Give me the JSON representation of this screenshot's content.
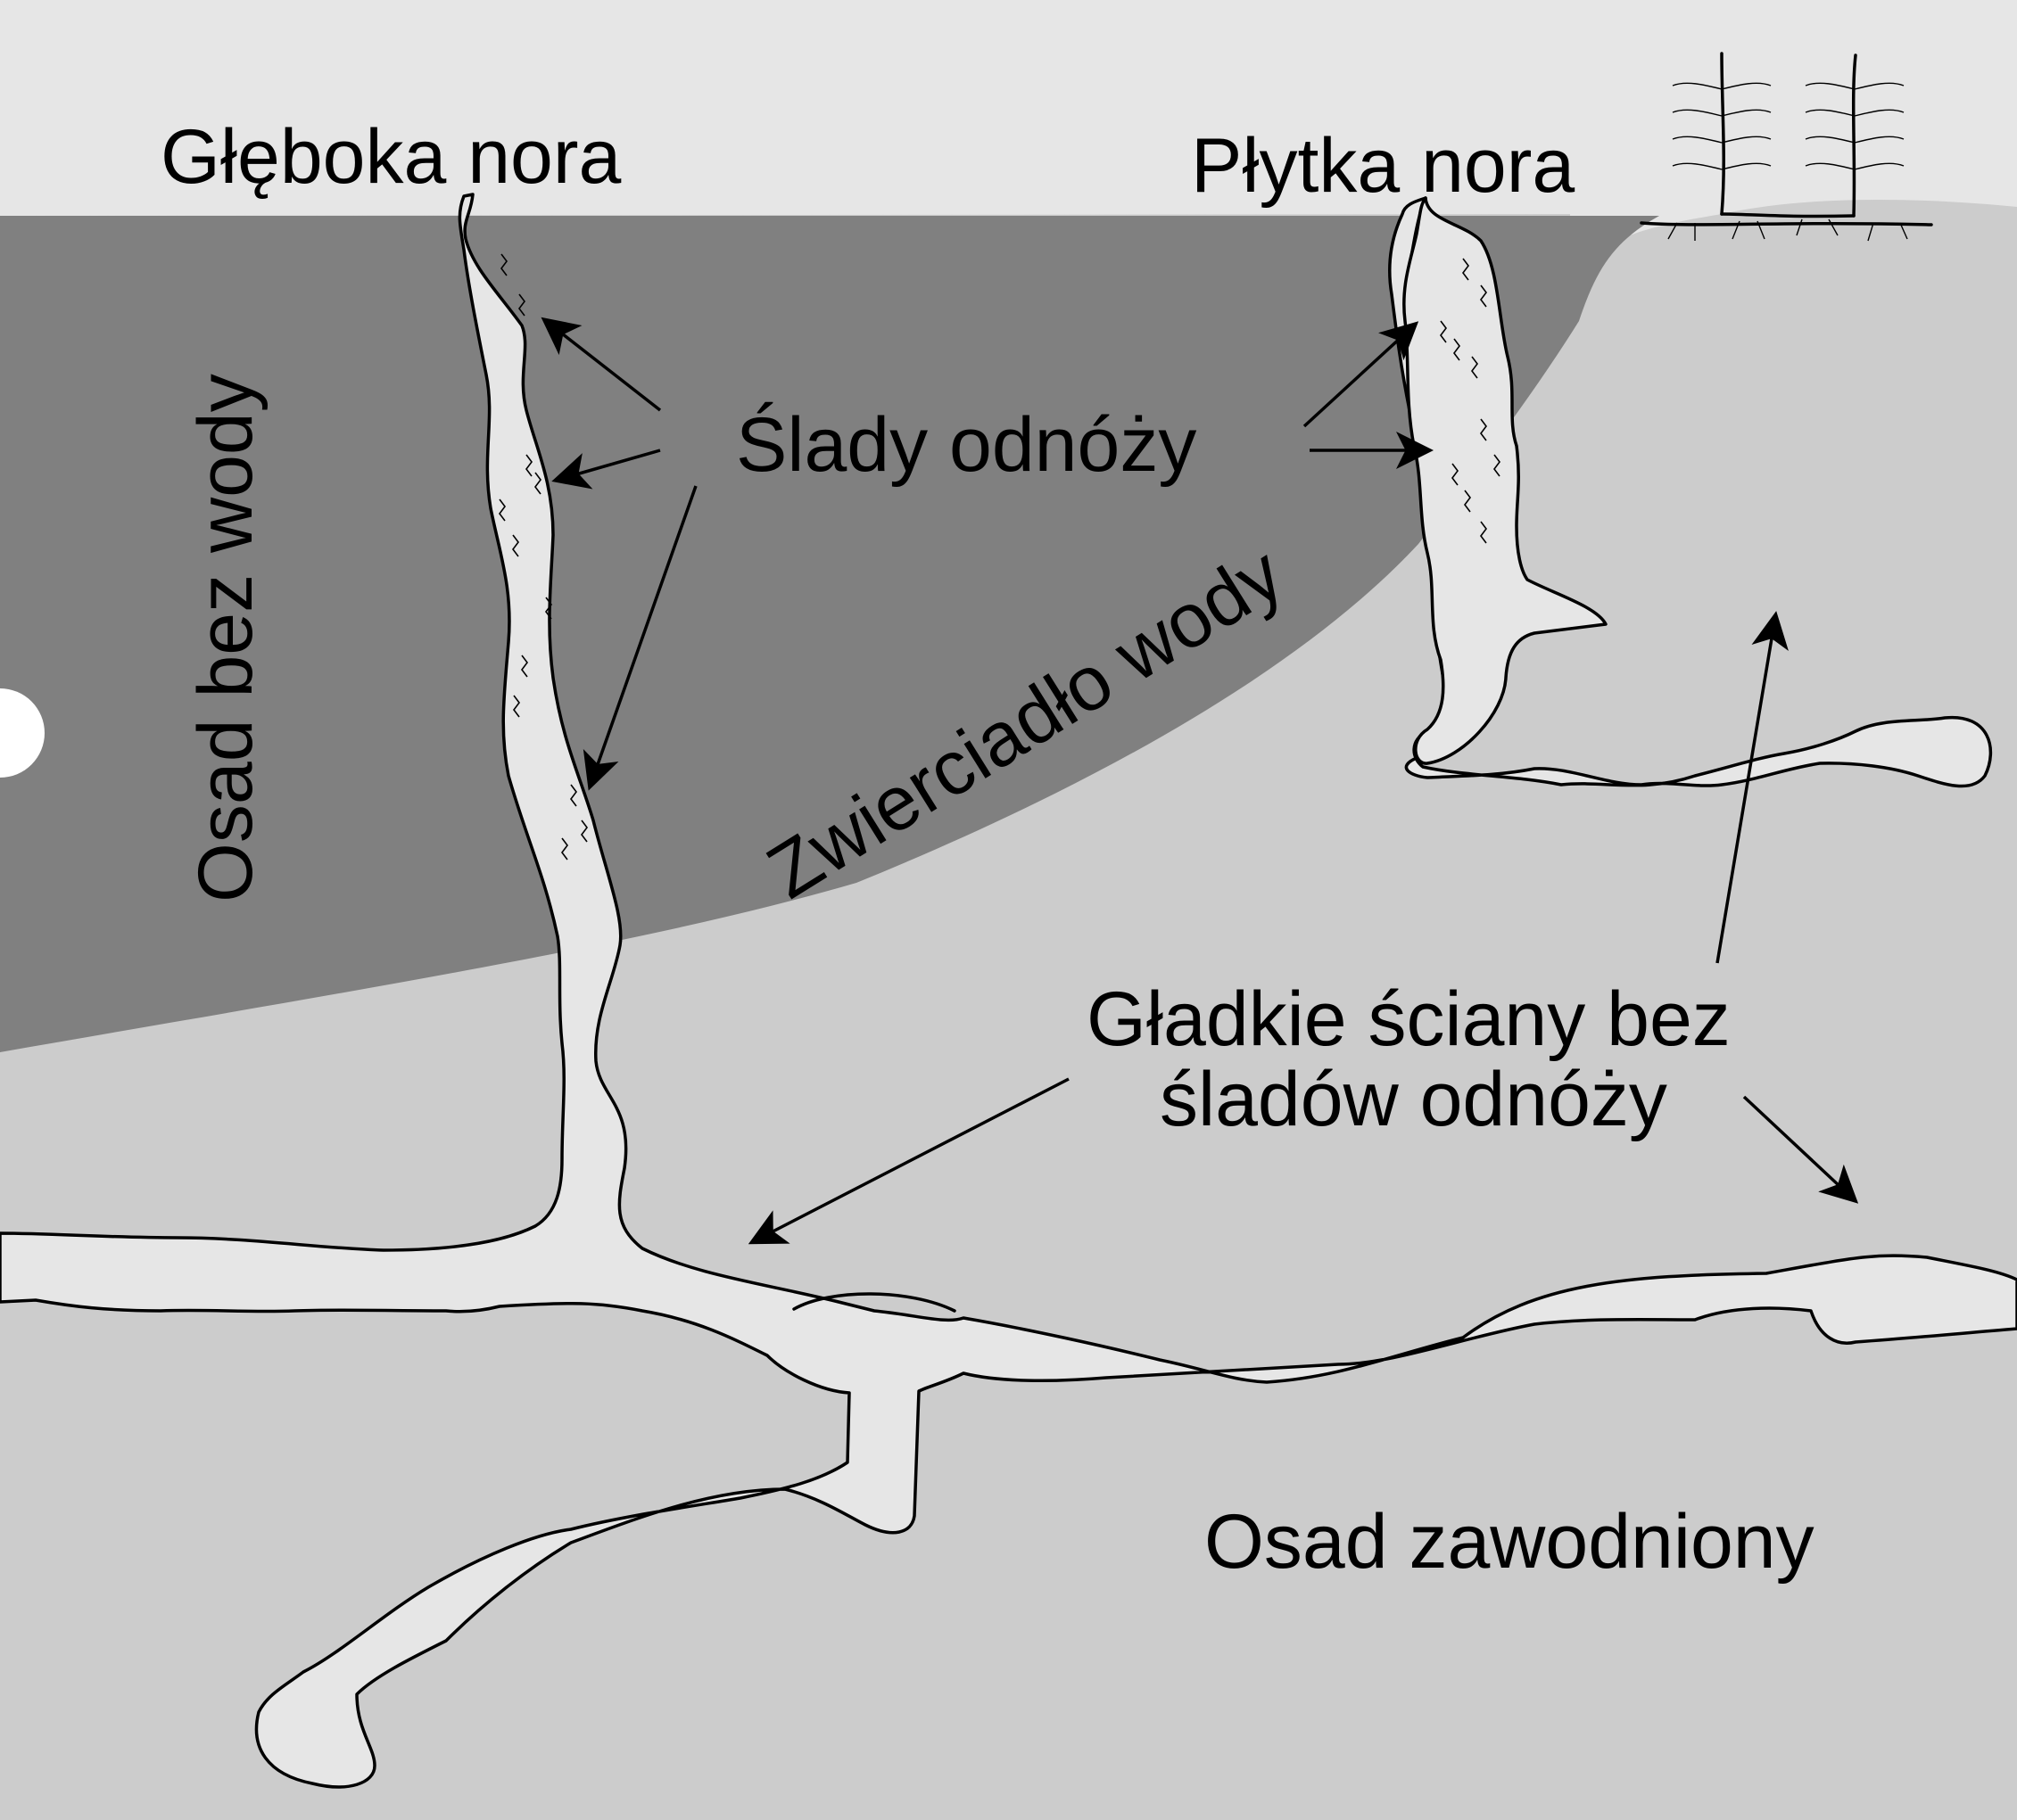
{
  "labels": {
    "deep_burrow": "Głęboka nora",
    "shallow_burrow": "Płytka nora",
    "appendage_traces": "Ślady odnóży",
    "dry_sediment": "Osad bez wody",
    "water_table": "Zwierciadło wody",
    "smooth_walls_line1": "Gładkie ściany bez",
    "smooth_walls_line2": "śladów odnóży",
    "saturated_sediment": "Osad zawodniony"
  },
  "colors": {
    "sky": "#e6e6e6",
    "dry_sediment": "#808080",
    "saturated_sediment": "#cccccc",
    "burrow_fill": "#e6e6e6",
    "outline": "#000000"
  },
  "icons": [
    "plant-icon",
    "arrow-icon",
    "notch"
  ]
}
